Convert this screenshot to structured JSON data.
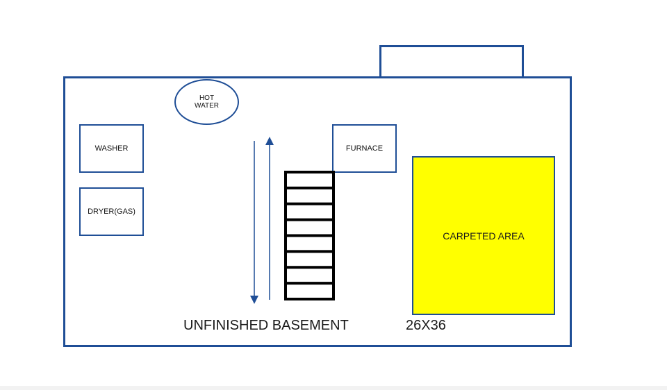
{
  "plan": {
    "title": "UNFINISHED BASEMENT",
    "dimensions": "26X36"
  },
  "rooms": {
    "hot_water_line1": "HOT",
    "hot_water_line2": "WATER",
    "washer": "WASHER",
    "dryer": "DRYER(GAS)",
    "furnace": "FURNACE",
    "carpeted_area": "CARPETED AREA"
  },
  "colors": {
    "wall": "#1f4e96",
    "carpet": "#ffff00",
    "stairs": "#000000",
    "text": "#1a1a1a"
  },
  "stairs": {
    "step_count": 8,
    "arrows": [
      "down",
      "up"
    ]
  }
}
